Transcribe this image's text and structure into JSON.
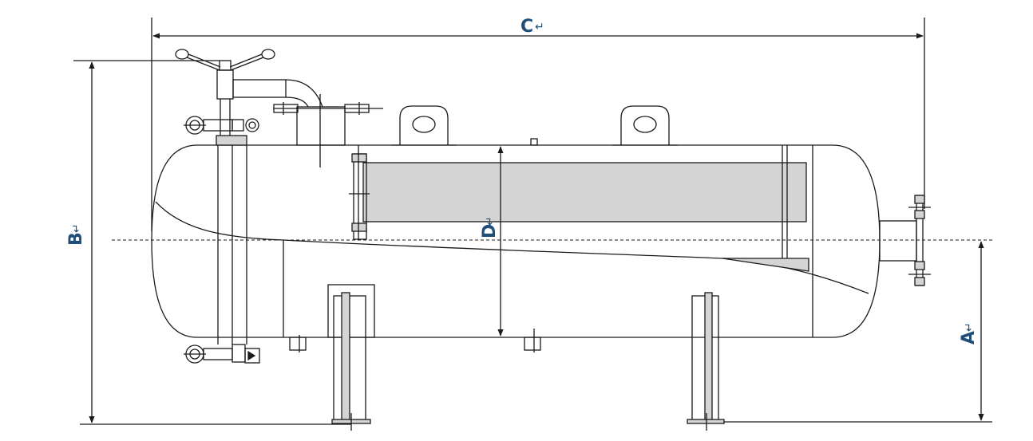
{
  "dimensions": {
    "c": {
      "label": "C",
      "mark": "↵"
    },
    "b": {
      "label": "B",
      "mark": "↵"
    },
    "a": {
      "label": "A",
      "mark": "↵"
    },
    "d": {
      "label": "D",
      "mark": "↵"
    }
  },
  "colors": {
    "line": "#1a1a1a",
    "label": "#1f4e79",
    "fill": "#d4d4d4"
  }
}
